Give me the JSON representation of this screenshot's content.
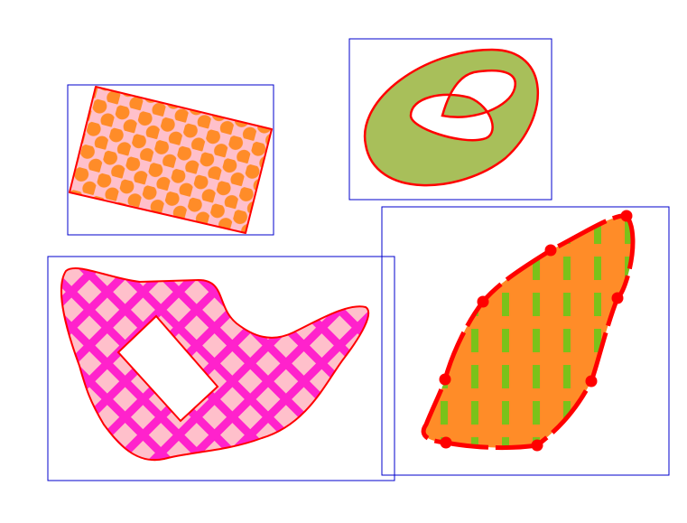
{
  "colors": {
    "background": "#ffffff",
    "bbox_stroke": "#0000cc",
    "shape_stroke": "#ff0000",
    "vertex_marker": "#ff0000",
    "dot_pattern_fill": "#ffc0cb",
    "dot_pattern_dot": "#ff8c28",
    "ring_fill": "#a8bf5a",
    "hatch_fill": "#ffc0cb",
    "hatch_lines": "#ff22cc",
    "dash_fill": "#ff8c28",
    "dash_lines": "#7ac21a"
  },
  "shapes": [
    {
      "name": "dotted-rectangle",
      "pattern": "dots",
      "has_bbox": true
    },
    {
      "name": "ring-with-holes",
      "pattern": "solid",
      "has_bbox": true
    },
    {
      "name": "crosshatched-blob-with-hole",
      "pattern": "crosshatch",
      "has_bbox": true
    },
    {
      "name": "striped-polygon-with-vertices",
      "pattern": "vertical-dashes",
      "has_bbox": true,
      "vertex_count": 8
    }
  ]
}
